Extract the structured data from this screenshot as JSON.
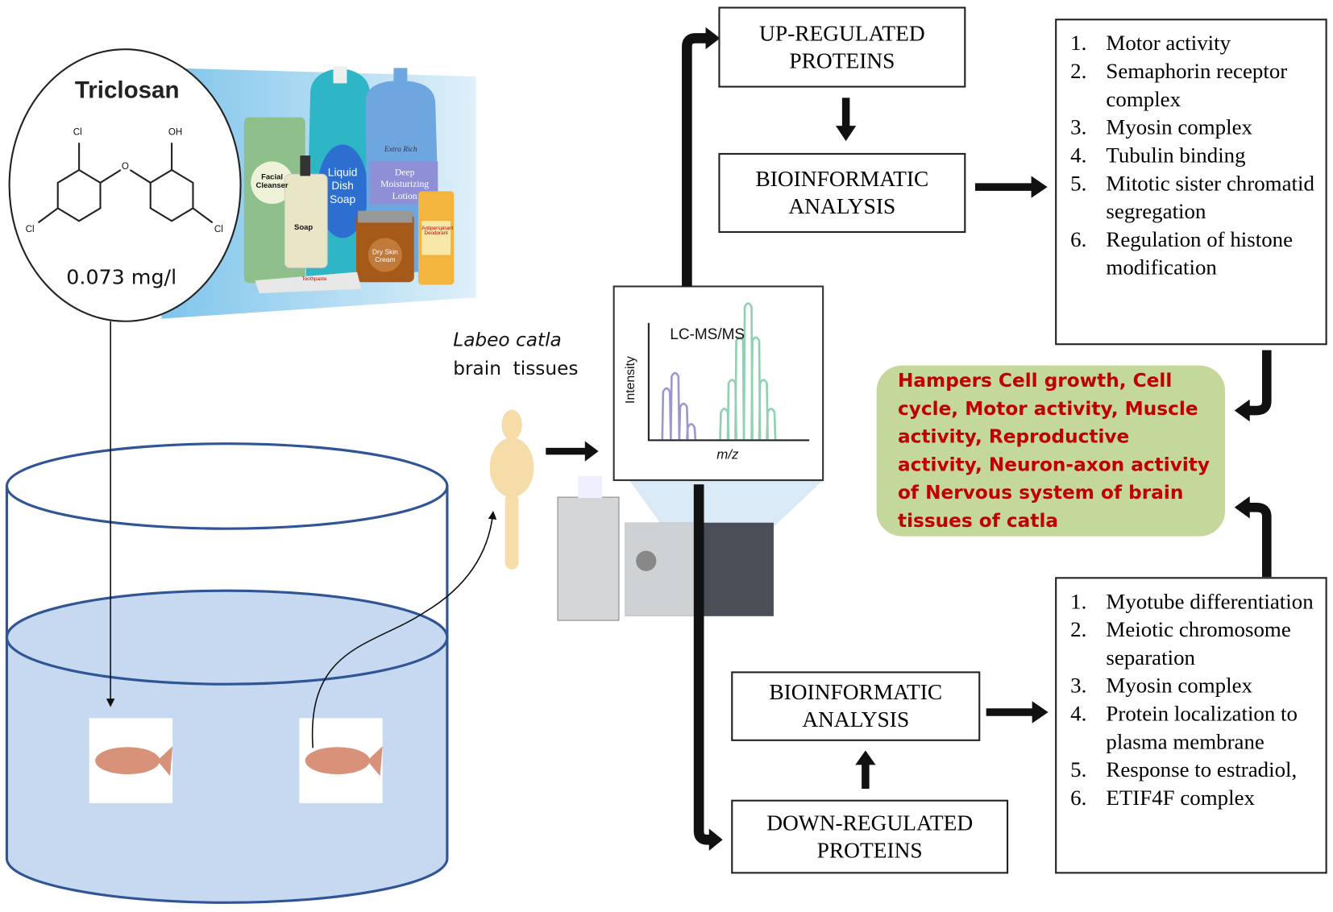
{
  "compound": {
    "name": "Triclosan",
    "concentration": "0.073 mg/l",
    "atoms": [
      "Cl",
      "OH",
      "O",
      "Cl",
      "Cl"
    ]
  },
  "products": [
    "Facial Cleanser",
    "Soap",
    "Liquid Dish Soap",
    "Extra Rich",
    "Deep Moisturizing Lotion",
    "Dry Skin Cream",
    "Antiperspirant Deodorant",
    "Toothpaste"
  ],
  "sample": {
    "species": "Labeo catla",
    "tissue": "brain  tissues"
  },
  "spectrum": {
    "title": "LC-MS/MS",
    "ylabel": "Intensity",
    "xlabel": "m/z",
    "colors": {
      "group1": "#9b98d0",
      "group2": "#8fd1b0"
    }
  },
  "upregulated": {
    "label_line1": "UP-REGULATED",
    "label_line2": "PROTEINS",
    "analysis_line1": "BIOINFORMATIC",
    "analysis_line2": "ANALYSIS",
    "items": [
      {
        "n": "1.",
        "text": "Motor activity"
      },
      {
        "n": "2.",
        "text": "Semaphorin  receptor complex"
      },
      {
        "n": "3.",
        "text": "Myosin complex"
      },
      {
        "n": "4.",
        "text": "Tubulin binding"
      },
      {
        "n": "5.",
        "text": "Mitotic sister chromatid segregation"
      },
      {
        "n": "6.",
        "text": "Regulation of histone modification"
      }
    ]
  },
  "downregulated": {
    "label_line1": "DOWN-REGULATED",
    "label_line2": "PROTEINS",
    "analysis_line1": "BIOINFORMATIC",
    "analysis_line2": "ANALYSIS",
    "items": [
      {
        "n": "1.",
        "text": "Myotube differentiation"
      },
      {
        "n": "2.",
        "text": "Meiotic chromosome separation"
      },
      {
        "n": "3.",
        "text": "Myosin complex"
      },
      {
        "n": "4.",
        "text": "Protein localization to plasma membrane"
      },
      {
        "n": "5.",
        "text": "Response to estradiol,"
      },
      {
        "n": "6.",
        "text": "ETIF4F complex"
      }
    ]
  },
  "outcome": {
    "text": "Hampers Cell growth, Cell cycle, Motor  activity, Muscle activity, Reproductive activity, Neuron-axon activity of Nervous system of brain tissues of catla",
    "bg_color": "#c4d89b",
    "text_color": "#c00000"
  },
  "colors": {
    "water": "#c6d9f0",
    "tank_stroke": "#2f5597",
    "fish": "#d9927a"
  }
}
